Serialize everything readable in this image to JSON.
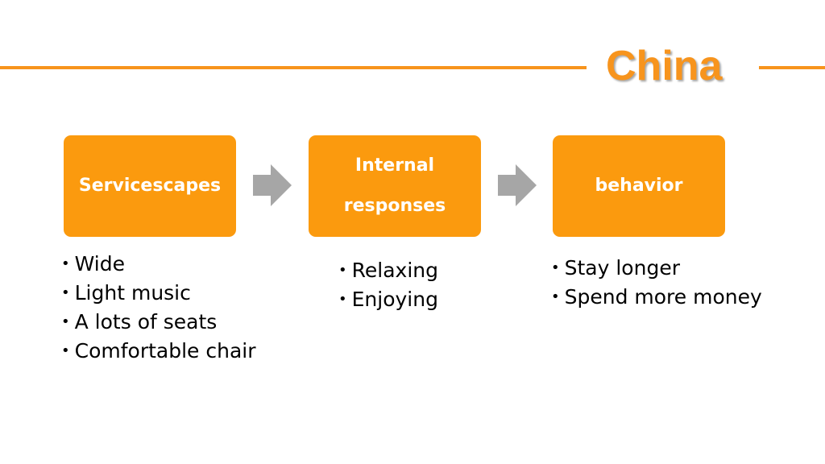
{
  "slide": {
    "title": "China",
    "accent_color": "#f7941d",
    "box_color": "#fb9a0e",
    "arrow_color": "#a6a6a6"
  },
  "flow": {
    "steps": [
      {
        "label_lines": [
          "Servicescapes"
        ]
      },
      {
        "label_lines": [
          "Internal",
          "responses"
        ]
      },
      {
        "label_lines": [
          "behavior"
        ]
      }
    ],
    "arrow_icon": "right-arrow-icon"
  },
  "details": {
    "servicescapes": [
      "Wide",
      "Light music",
      "A lots of seats",
      "Comfortable chair"
    ],
    "internal_responses": [
      "Relaxing",
      "Enjoying"
    ],
    "behavior": [
      "Stay longer",
      "Spend more money"
    ]
  }
}
